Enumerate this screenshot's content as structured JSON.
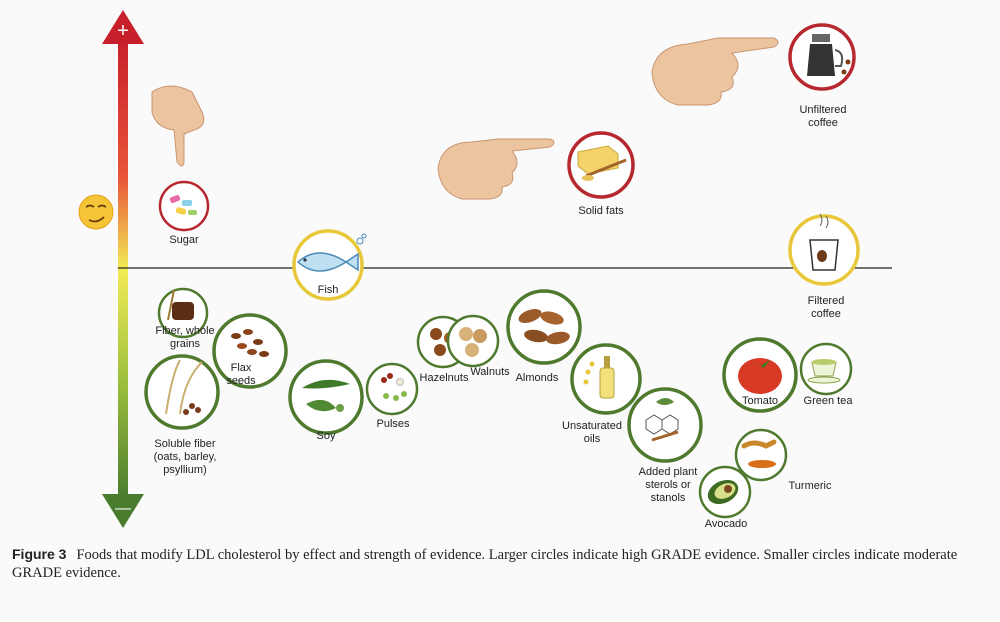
{
  "axis": {
    "plus_sign": "+",
    "minus_sign": "—",
    "face_icon": "smirking-face-icon"
  },
  "colors": {
    "high_ring": "#b7282e",
    "neutral_ring": "#e8c83a",
    "low_ring": "#4f7a2e",
    "axis_top": "#c8202b",
    "axis_mid": "#f0e64a",
    "axis_bottom": "#4a7c2e"
  },
  "items": {
    "unfiltered_coffee": {
      "label": "Unfiltered\ncoffee",
      "icon": "coffee-pot-icon"
    },
    "solid_fats": {
      "label": "Solid fats",
      "icon": "butter-icon"
    },
    "sugar": {
      "label": "Sugar",
      "icon": "candy-icon"
    },
    "fish": {
      "label": "Fish",
      "icon": "fish-icon"
    },
    "filtered_coffee": {
      "label": "Filtered\ncoffee",
      "icon": "coffee-cup-icon"
    },
    "fiber_grains": {
      "label": "Fiber, whole\ngrains",
      "icon": "bread-wheat-icon"
    },
    "flax": {
      "label": "Flax\nseeds",
      "icon": "flax-seeds-icon"
    },
    "soluble_fiber": {
      "label": "Soluble fiber\n(oats, barley,\npsyllium)",
      "icon": "oats-icon"
    },
    "soy": {
      "label": "Soy",
      "icon": "soybean-icon"
    },
    "pulses": {
      "label": "Pulses",
      "icon": "pulses-icon"
    },
    "hazelnuts": {
      "label": "Hazelnuts",
      "icon": "hazelnut-icon"
    },
    "walnuts": {
      "label": "Walnuts",
      "icon": "walnut-icon"
    },
    "almonds": {
      "label": "Almonds",
      "icon": "almond-icon"
    },
    "unsat_oils": {
      "label": "Unsaturated\noils",
      "icon": "oil-bottle-icon"
    },
    "sterols": {
      "label": "Added plant\nsterols or\nstanols",
      "icon": "sterol-icon"
    },
    "avocado": {
      "label": "Avocado",
      "icon": "avocado-icon"
    },
    "tomato": {
      "label": "Tomato",
      "icon": "tomato-icon"
    },
    "green_tea": {
      "label": "Green tea",
      "icon": "tea-cup-icon"
    },
    "turmeric": {
      "label": "Turmeric",
      "icon": "turmeric-icon"
    }
  },
  "caption": {
    "figure": "Figure 3",
    "text": "Foods that modify LDL cholesterol by effect and strength of evidence. Larger circles indicate high GRADE evidence. Smaller circles indicate moderate GRADE evidence."
  }
}
